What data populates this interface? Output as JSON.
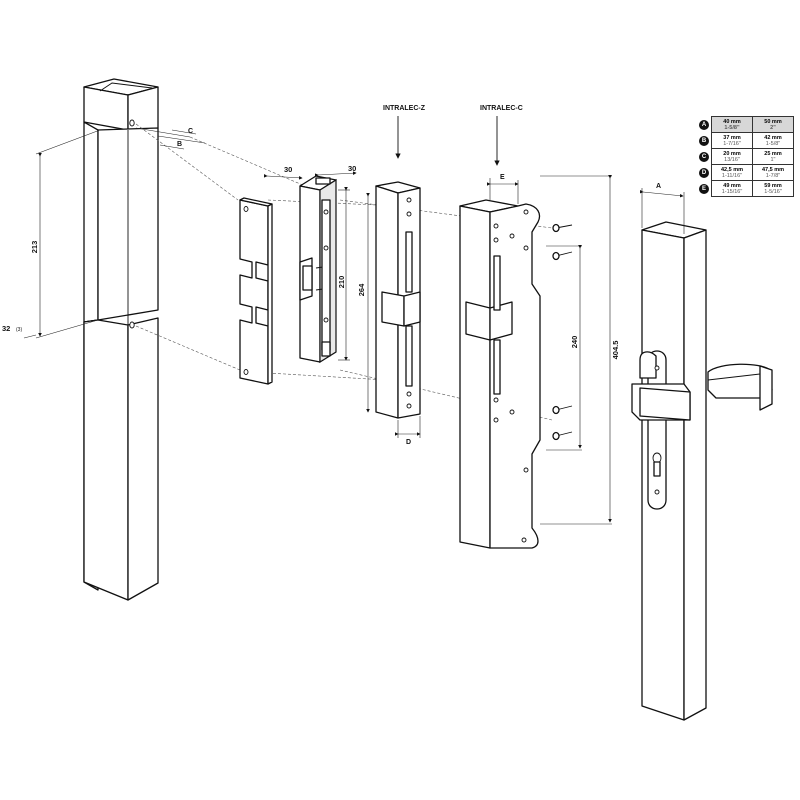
{
  "labels": {
    "intralec_z": "INTRALEC-Z",
    "intralec_c": "INTRALEC-C"
  },
  "dimensions": {
    "post_height": "213",
    "post_offset": "32",
    "post_offset_sup": "(3)",
    "width_30_a": "30",
    "width_30_b": "30",
    "strike_210": "210",
    "plate_264": "264",
    "plate_240": "240",
    "plate_404": "404.5",
    "letter_a": "A",
    "letter_b": "B",
    "letter_c": "C",
    "letter_d": "D",
    "letter_e": "E"
  },
  "table": {
    "columns": [
      "40 mm",
      "50 mm"
    ],
    "columns_in": [
      "1-5/8\"",
      "2\""
    ],
    "rows": [
      {
        "key": "B",
        "c1": "37 mm",
        "c1_in": "1-7/16\"",
        "c2": "42 mm",
        "c2_in": "1-5/8\""
      },
      {
        "key": "C",
        "c1": "20 mm",
        "c1_in": "13/16\"",
        "c2": "25 mm",
        "c2_in": "1\""
      },
      {
        "key": "D",
        "c1": "42,5 mm",
        "c1_in": "1-11/16\"",
        "c2": "47,5 mm",
        "c2_in": "1-7/8\""
      },
      {
        "key": "E",
        "c1": "49 mm",
        "c1_in": "1-15/16\"",
        "c2": "59 mm",
        "c2_in": "1-5/16\""
      }
    ],
    "header_key": "A"
  },
  "icons": [
    "square-post-icon",
    "strike-plate-icon",
    "electric-strike-icon",
    "lever-handle-icon",
    "screw-icon"
  ]
}
